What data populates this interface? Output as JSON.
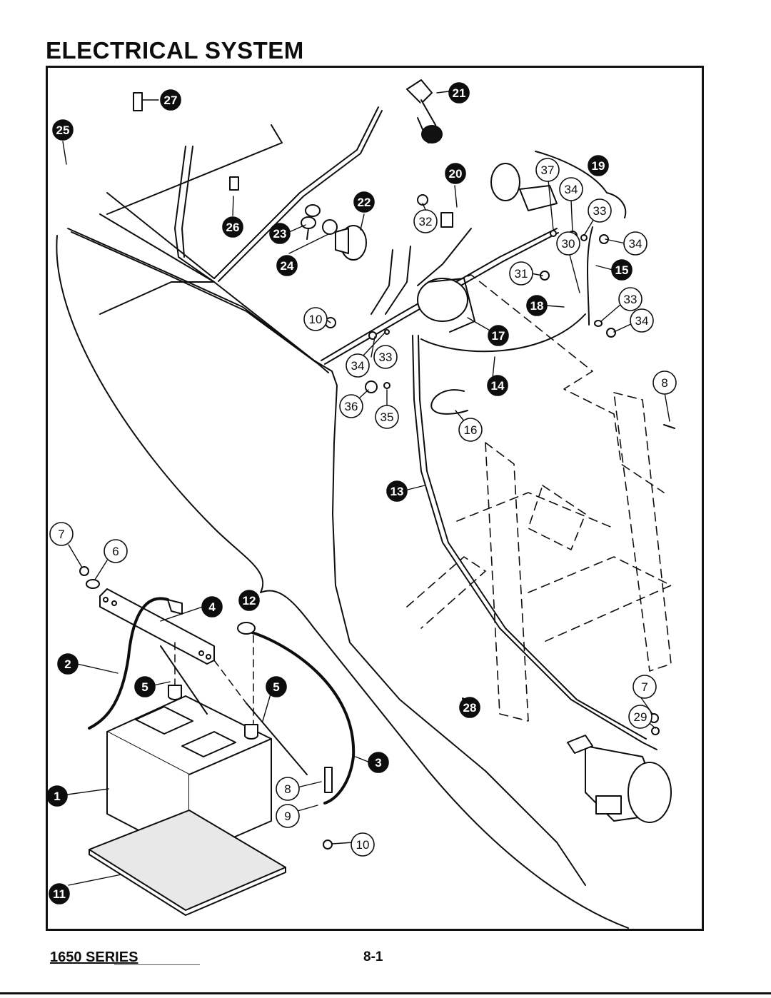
{
  "page": {
    "title": "ELECTRICAL SYSTEM",
    "series": "1650 SERIES",
    "page_number": "8-1"
  },
  "colors": {
    "ink": "#0d0d0d",
    "paper": "#ffffff"
  },
  "callouts": [
    {
      "id": "c1",
      "label": "1",
      "style": "filled"
    },
    {
      "id": "c2",
      "label": "2",
      "style": "filled"
    },
    {
      "id": "c3",
      "label": "3",
      "style": "filled"
    },
    {
      "id": "c4",
      "label": "4",
      "style": "filled"
    },
    {
      "id": "c5a",
      "label": "5",
      "style": "filled"
    },
    {
      "id": "c5b",
      "label": "5",
      "style": "filled"
    },
    {
      "id": "c6",
      "label": "6",
      "style": "open"
    },
    {
      "id": "c7a",
      "label": "7",
      "style": "open"
    },
    {
      "id": "c7b",
      "label": "7",
      "style": "open"
    },
    {
      "id": "c8a",
      "label": "8",
      "style": "open"
    },
    {
      "id": "c8b",
      "label": "8",
      "style": "open"
    },
    {
      "id": "c9",
      "label": "9",
      "style": "open"
    },
    {
      "id": "c10a",
      "label": "10",
      "style": "open"
    },
    {
      "id": "c10b",
      "label": "10",
      "style": "open"
    },
    {
      "id": "c11",
      "label": "11",
      "style": "filled"
    },
    {
      "id": "c12",
      "label": "12",
      "style": "filled"
    },
    {
      "id": "c13",
      "label": "13",
      "style": "filled"
    },
    {
      "id": "c14",
      "label": "14",
      "style": "filled"
    },
    {
      "id": "c15",
      "label": "15",
      "style": "filled"
    },
    {
      "id": "c16",
      "label": "16",
      "style": "open"
    },
    {
      "id": "c17",
      "label": "17",
      "style": "filled"
    },
    {
      "id": "c18",
      "label": "18",
      "style": "filled"
    },
    {
      "id": "c19",
      "label": "19",
      "style": "filled"
    },
    {
      "id": "c20",
      "label": "20",
      "style": "filled"
    },
    {
      "id": "c21",
      "label": "21",
      "style": "filled"
    },
    {
      "id": "c22",
      "label": "22",
      "style": "filled"
    },
    {
      "id": "c23",
      "label": "23",
      "style": "filled"
    },
    {
      "id": "c24",
      "label": "24",
      "style": "filled"
    },
    {
      "id": "c25",
      "label": "25",
      "style": "filled"
    },
    {
      "id": "c26",
      "label": "26",
      "style": "filled"
    },
    {
      "id": "c27",
      "label": "27",
      "style": "filled"
    },
    {
      "id": "c28",
      "label": "28",
      "style": "filled"
    },
    {
      "id": "c29",
      "label": "29",
      "style": "open"
    },
    {
      "id": "c30",
      "label": "30",
      "style": "open"
    },
    {
      "id": "c31",
      "label": "31",
      "style": "open"
    },
    {
      "id": "c32",
      "label": "32",
      "style": "open"
    },
    {
      "id": "c33a",
      "label": "33",
      "style": "open"
    },
    {
      "id": "c33b",
      "label": "33",
      "style": "open"
    },
    {
      "id": "c33c",
      "label": "33",
      "style": "open"
    },
    {
      "id": "c34a",
      "label": "34",
      "style": "open"
    },
    {
      "id": "c34b",
      "label": "34",
      "style": "open"
    },
    {
      "id": "c34c",
      "label": "34",
      "style": "open"
    },
    {
      "id": "c34d",
      "label": "34",
      "style": "open"
    },
    {
      "id": "c35",
      "label": "35",
      "style": "open"
    },
    {
      "id": "c36",
      "label": "36",
      "style": "open"
    },
    {
      "id": "c37",
      "label": "37",
      "style": "open"
    }
  ]
}
